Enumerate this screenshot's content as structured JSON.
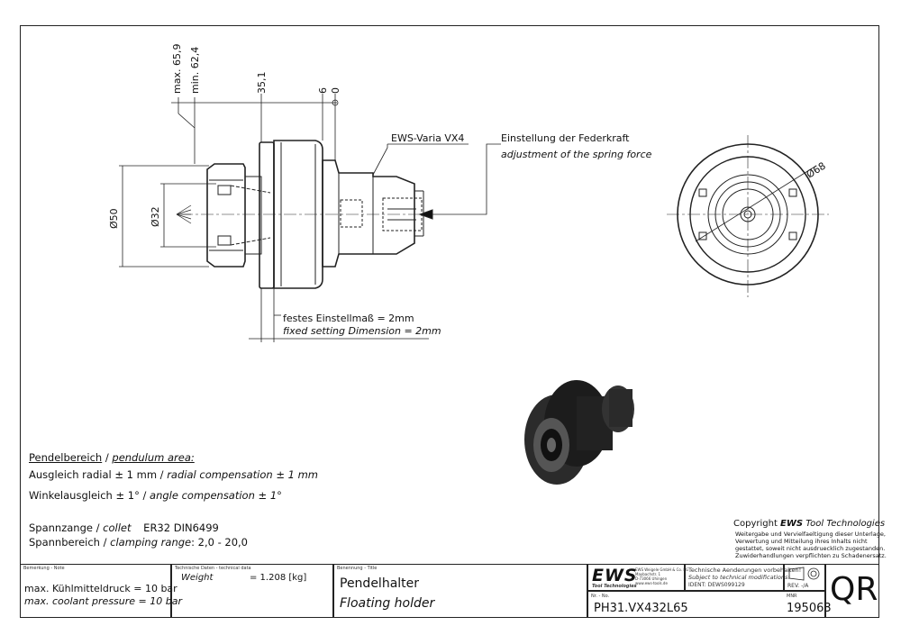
{
  "dimensions": {
    "max_659": "max. 65,9",
    "min_624": "min. 62,4",
    "d35_1": "35,1",
    "d6": "6",
    "d0": "0",
    "phi50": "Ø50",
    "phi32": "Ø32",
    "phi68": "Ø68"
  },
  "callouts": {
    "ews_varia": "EWS-Varia VX4",
    "spring_de": "Einstellung der Federkraft",
    "spring_en": "adjustment of the spring force",
    "fixed_de": "festes Einstellmaß = 2mm",
    "fixed_en": "fixed setting Dimension = 2mm"
  },
  "notes": {
    "pendel_de": "Pendelbereich",
    "pendel_sep": " / ",
    "pendel_en": "pendulum area:",
    "radial_de": "Ausgleich radial ± 1 mm / ",
    "radial_en": "radial compensation ± 1 mm",
    "angle_de": "Winkelausgleich ± 1° / ",
    "angle_en": "angle compensation ± 1°",
    "collet_de": "Spannzange / ",
    "collet_en": "collet",
    "collet_val": "ER32   DIN6499",
    "clamp_de": "Spannbereich / ",
    "clamp_en": "clamping range",
    "clamp_val": ": 2,0 - 20,0"
  },
  "copyright": {
    "title_prefix": "Copyright ",
    "title_brand": "EWS",
    "title_suffix": " Tool Technologies",
    "line1": "Weitergabe und Vervielfaeltigung dieser Unterlage,",
    "line2": "Verwertung und Mitteilung ihres Inhalts nicht",
    "line3": "gestattet, soweit nicht ausdruecklich zugestanden.",
    "line4": "Zuwiderhandlungen verpflichten zu Schadenersatz."
  },
  "title_block": {
    "note_caption": "Bemerkung - Note",
    "note1": "max. Kühlmitteldruck = 10 bar",
    "note2": "max. coolant pressure = 10 bar",
    "tech_caption": "Technische Daten - technical data",
    "weight_label": "Weight",
    "weight_value": "=   1.208 [kg]",
    "title_caption": "Benennung - Title",
    "title_de": "Pendelhalter",
    "title_en": "Floating holder",
    "logo": "EWS",
    "logo_sub": "Tool Technologies",
    "company_line1": "EWS Weigele GmbH & Co. KG",
    "company_line2": "Maybachstr. 1",
    "company_line3": "D-73066 Uhingen",
    "company_line4": "www.ews-tools.de",
    "changes_de": "Technische Aenderungen vorbehalten!",
    "changes_en": "Subject to technical modifications!",
    "ident": "IDENT:  DEWS099129",
    "rev": "REV.  -/A",
    "nr_caption": "Nr. - No.",
    "part_no": "PH31.VX432L65",
    "mnr_caption": "MNR",
    "mnr": "195063",
    "qr": "QR"
  }
}
